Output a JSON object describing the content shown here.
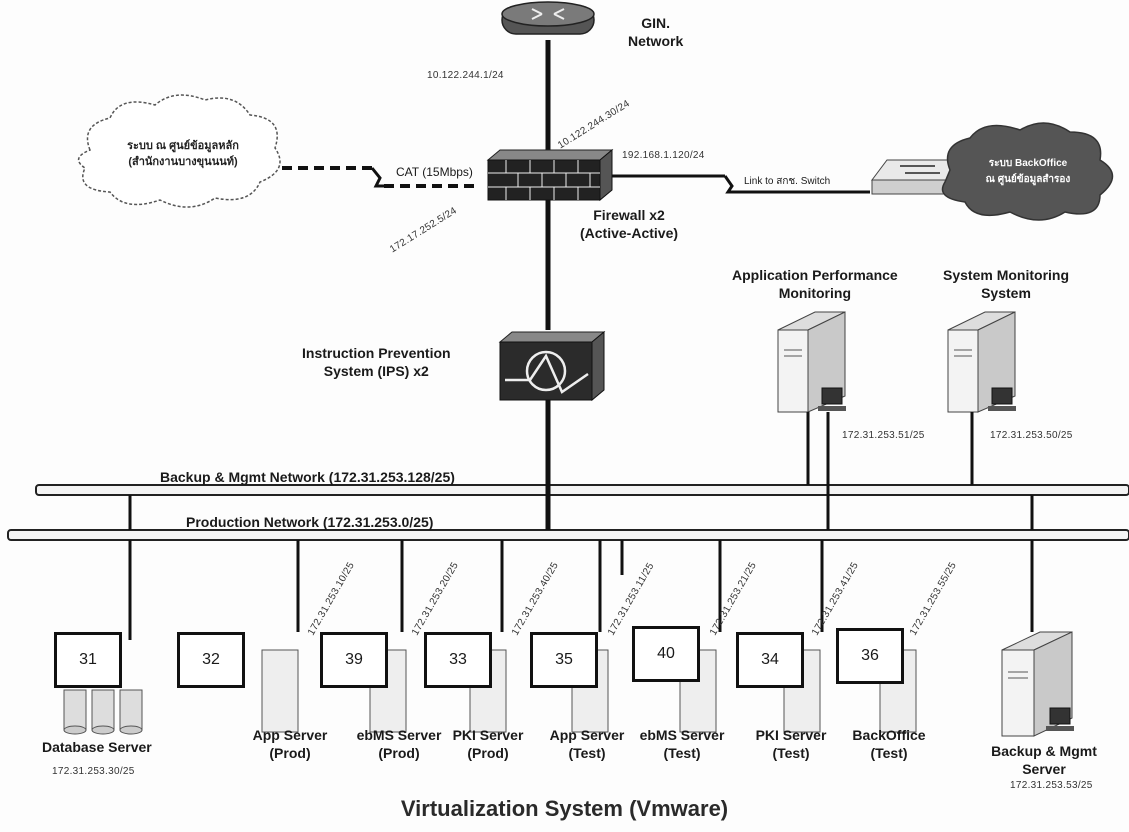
{
  "top": {
    "gin_network": "GIN.\nNetwork",
    "ip_gin": "10.122.244.1/24",
    "ip_fw_up": "10.122.244.30/24",
    "ip_fw_right": "192.168.1.120/24",
    "ip_fw_left": "172.17.252.5/24",
    "cat_link": "CAT (15Mbps)",
    "link_switch": "Link to สกช. Switch",
    "firewall": "Firewall x2\n(Active-Active)",
    "cloud_left_line1": "ระบบ ณ ศูนย์ข้อมูลหลัก",
    "cloud_left_line2": "(สำนักงานบางขุนนนท์)",
    "cloud_right_line1": "ระบบ BackOffice",
    "cloud_right_line2": "ณ ศูนย์ข้อมูลสำรอง"
  },
  "ips": "Instruction Prevention\nSystem (IPS) x2",
  "monitoring": {
    "apm": "Application Performance\nMonitoring",
    "apm_ip": "172.31.253.51/25",
    "sms": "System Monitoring\nSystem",
    "sms_ip": "172.31.253.50/25"
  },
  "networks": {
    "backup": "Backup & Mgmt Network  (172.31.253.128/25)",
    "production": "Production Network (172.31.253.0/25)"
  },
  "servers": {
    "db_label": "Database Server",
    "db_ip": "172.31.253.30/25",
    "app_prod": "App Server\n(Prod)",
    "ebms_prod": "ebMS Server\n(Prod)",
    "pki_prod": "PKI Server\n(Prod)",
    "app_test": "App Server\n(Test)",
    "ebms_test": "ebMS Server\n(Test)",
    "pki_test": "PKI Server\n(Test)",
    "backoffice_test": "BackOffice\n(Test)",
    "backup_mgmt": "Backup & Mgmt\nServer",
    "backup_ip": "172.31.253.53/25",
    "ip_app_prod": "172.31.253.10/25",
    "ip_ebms_prod": "172.31.253.20/25",
    "ip_pki_prod": "172.31.253.40/25",
    "ip_app_test": "172.31.253.11/25",
    "ip_ebms_test": "172.31.253.21/25",
    "ip_pki_test": "172.31.253.41/25",
    "ip_backoffice": "172.31.253.55/25"
  },
  "vm_boxes": [
    "31",
    "32",
    "39",
    "33",
    "35",
    "40",
    "34",
    "36"
  ],
  "footer_title": "Virtualization System (Vmware)"
}
